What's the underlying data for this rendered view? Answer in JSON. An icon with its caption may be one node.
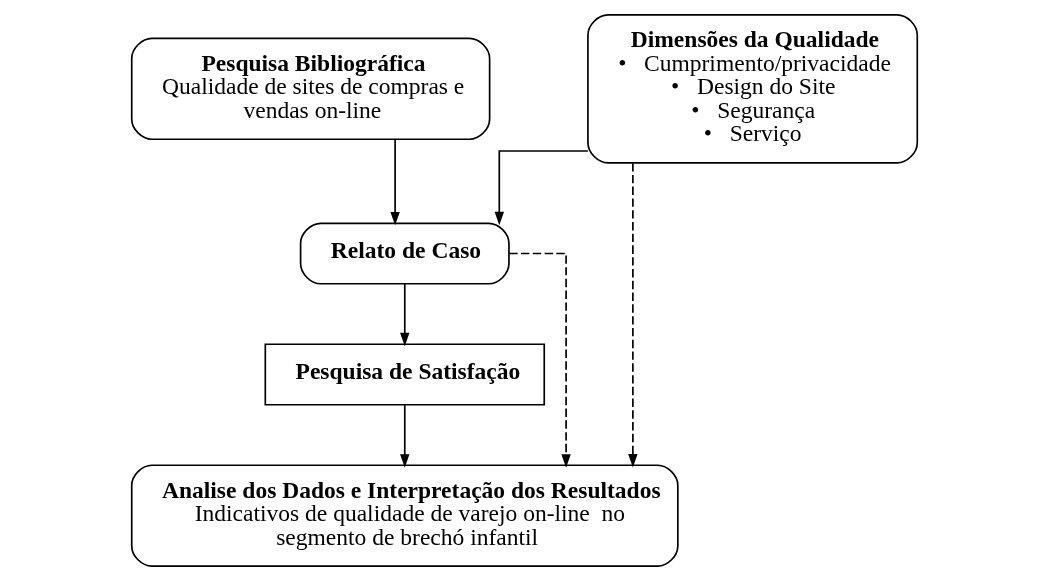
{
  "diagram": {
    "nodes": [
      {
        "text": [
          "Pesquisa Bibliográfica",
          "Qualidade de sites de compras e vendas on-line"
        ]
      },
      {
        "text": [
          "Dimensões da Qualidade",
          "•   Cumprimento/privacidade",
          "•   Design do Site",
          "•   Segurança",
          "•   Serviço"
        ]
      },
      {
        "text": [
          "Relato de Caso"
        ]
      },
      {
        "text": [
          "Pesquisa de Satisfação"
        ]
      },
      {
        "text": [
          "Analise dos Dados e Interpretação dos Resultados",
          "Indicativos de qualidade de varejo on-line  no segmento de brechó infantil"
        ]
      }
    ],
    "edges": [
      {
        "from": 0,
        "to": 2,
        "arrow": "to"
      },
      {
        "from": 1,
        "to": 2,
        "arrow": "to"
      },
      {
        "from": 2,
        "to": 3,
        "arrow": "to"
      },
      {
        "from": 3,
        "to": 4,
        "arrow": "to"
      },
      {
        "from": 2,
        "to": 4,
        "arrow": "to",
        "style": "dashed"
      },
      {
        "from": 1,
        "to": 4,
        "arrow": "to",
        "style": "dashed"
      }
    ]
  }
}
